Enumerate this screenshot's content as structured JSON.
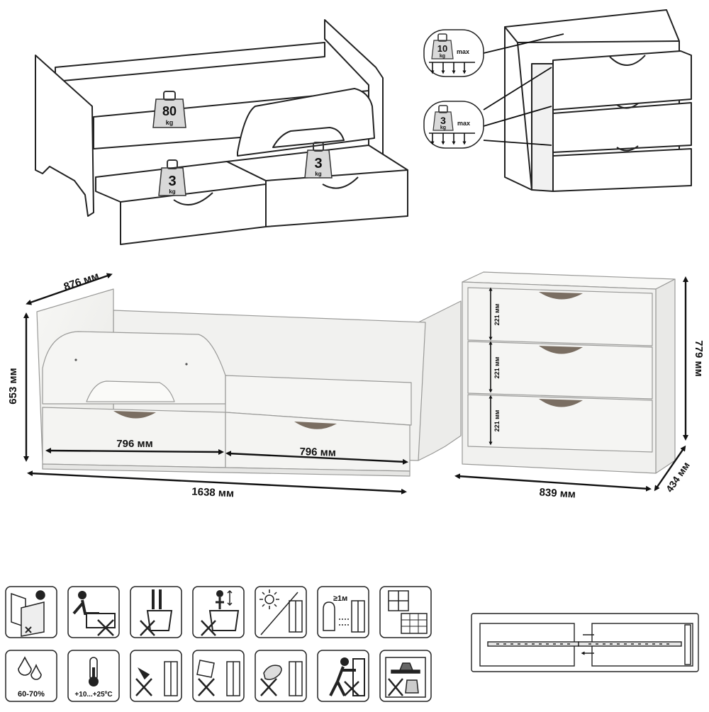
{
  "weights": {
    "bed_top": {
      "value": "80",
      "unit": "kg"
    },
    "bed_drawer_left": {
      "value": "3",
      "unit": "kg"
    },
    "bed_drawer_right": {
      "value": "3",
      "unit": "kg"
    },
    "chest_top": {
      "value": "10",
      "unit": "kg",
      "note": "max"
    },
    "chest_drawer": {
      "value": "3",
      "unit": "kg",
      "note": "max"
    }
  },
  "dimensions": {
    "bed_depth": "876 мм",
    "bed_height": "653 мм",
    "drawer_width_left": "796 мм",
    "drawer_width_right": "796 мм",
    "bed_length": "1638 мм",
    "drawer_height_1": "221 мм",
    "drawer_height_2": "221 мм",
    "drawer_height_3": "221 мм",
    "chest_height": "779 мм",
    "chest_width": "839 мм",
    "chest_depth": "434 мм"
  },
  "care_icons": {
    "row1": [
      "wall-mount-icon",
      "no-sitting-icon",
      "no-standing-icon",
      "no-climbing-icon",
      "no-sunlight-icon",
      "heater-distance-icon",
      "assembly-instructions-icon"
    ],
    "heater_distance": "≥1м",
    "humidity": "60-70%",
    "temperature": "+10...+25ºC",
    "row2": [
      "humidity-icon",
      "temperature-icon",
      "no-wet-cleaning-icon",
      "no-spray-icon",
      "no-abrasive-icon",
      "no-leaning-icon",
      "no-heavy-load-icon"
    ]
  },
  "colors": {
    "furniture": "#f3f3f1",
    "outline": "#222222",
    "weight_fill": "#d9d9d9",
    "drawer_handle": "#7a6e62"
  }
}
